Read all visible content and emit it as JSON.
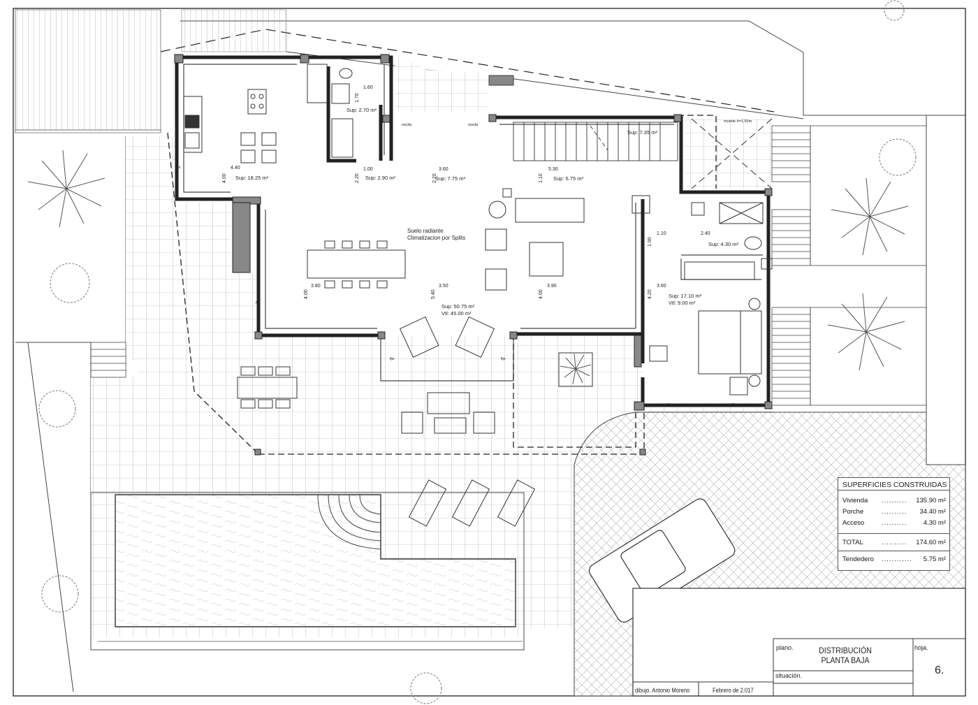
{
  "rooms": {
    "kitchen": {
      "area": "Sup: 18.25 m²",
      "dim_w": "4.40",
      "dim_h": "4.00"
    },
    "bath_small": {
      "area": "Sup: 2.70 m²",
      "dim_w": "1.60",
      "dim_h": "1.70"
    },
    "hall": {
      "area": "Sup: 2.90 m²",
      "dim_w": "1.00",
      "dim_h": "2.20"
    },
    "entry": {
      "area": "Sup: 7.75 m²",
      "dim_w": "3.60",
      "dim_h": "2.20"
    },
    "laundry": {
      "area": "Sup: 5.75 m²",
      "dim_w": "5.30",
      "dim_h": "1.10"
    },
    "stair": {
      "area": "Sup: 7.35 m²"
    },
    "living": {
      "area": "Sup: 50.75 m²",
      "vol": "Vtl: 45.00 m²",
      "dim_a": "3.80",
      "dim_b": "3.50",
      "dim_c": "3.90",
      "dim_d": "4.00",
      "dim_e": "5.40",
      "dim_f": "4.00"
    },
    "bath_master": {
      "area": "Sup: 4.30 m²",
      "dim_w": "2.40",
      "dim_h": "1.90",
      "dim_x": "1.10"
    },
    "bedroom": {
      "area": "Sup: 17.10 m²",
      "vol": "Vtl: 9.00 m²",
      "dim_w": "3.60",
      "dim_h": "4.20"
    }
  },
  "notes": {
    "floor_heating": "Suelo radiante\nClimatizacion por Splits",
    "oscila_1": "oscila",
    "oscila_2": "oscila",
    "murete": "murete h=1.50m",
    "fijo_labels": [
      "fijo",
      "fijo",
      "fijo",
      "fijo",
      "fijo",
      "fijo"
    ]
  },
  "summary_table": {
    "title": "SUPERFICIES CONSTRUIDAS",
    "rows": [
      {
        "label": "Vivienda",
        "dots": "..........",
        "value": "135.90 m²"
      },
      {
        "label": "Porche",
        "dots": "..........",
        "value": "34.40 m²"
      },
      {
        "label": "Acceso",
        "dots": "..........",
        "value": "4.30 m²"
      }
    ],
    "total": {
      "label": "TOTAL",
      "dots": "..........",
      "value": "174.60 m²"
    },
    "extra": {
      "label": "Tendedero",
      "dots": "............",
      "value": "5.75 m²"
    }
  },
  "title_block": {
    "plano_label": "plano.",
    "plano_title": "DISTRIBUCIÓN\nPLANTA BAJA",
    "situacion_label": "situación.",
    "hoja_label": "hoja.",
    "sheet_number": "6.",
    "drawn_by": "dibujo.  Antonio Moreno",
    "date": "Febrero de 2.017"
  }
}
